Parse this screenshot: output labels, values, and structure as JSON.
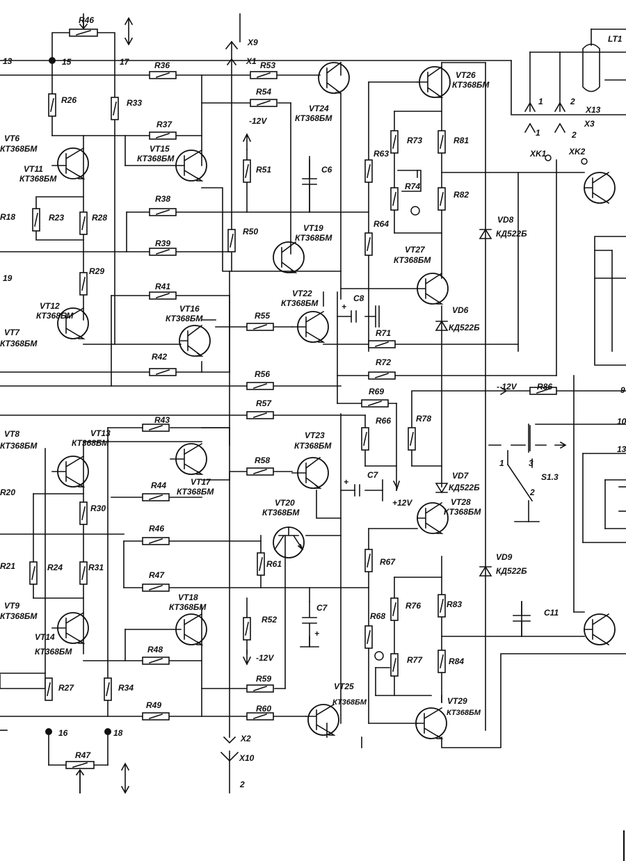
{
  "diagram": {
    "resistors": [
      {
        "id": "r46a",
        "label": "R46"
      },
      {
        "id": "r26",
        "label": "R26"
      },
      {
        "id": "r33",
        "label": "R33"
      },
      {
        "id": "r36",
        "label": "R36"
      },
      {
        "id": "r53",
        "label": "R53"
      },
      {
        "id": "r54",
        "label": "R54"
      },
      {
        "id": "r37",
        "label": "R37"
      },
      {
        "id": "r23",
        "label": "R23"
      },
      {
        "id": "r28",
        "label": "R28"
      },
      {
        "id": "r29",
        "label": "R29"
      },
      {
        "id": "r38",
        "label": "R38"
      },
      {
        "id": "r39",
        "label": "R39"
      },
      {
        "id": "r41",
        "label": "R41"
      },
      {
        "id": "r42",
        "label": "R42"
      },
      {
        "id": "r51",
        "label": "R51"
      },
      {
        "id": "r50",
        "label": "R50"
      },
      {
        "id": "r55",
        "label": "R55"
      },
      {
        "id": "r56",
        "label": "R56"
      },
      {
        "id": "r57",
        "label": "R57"
      },
      {
        "id": "r63",
        "label": "R63"
      },
      {
        "id": "r64",
        "label": "R64"
      },
      {
        "id": "r73",
        "label": "R73"
      },
      {
        "id": "r74",
        "label": "R74"
      },
      {
        "id": "r81",
        "label": "R81"
      },
      {
        "id": "r82",
        "label": "R82"
      },
      {
        "id": "r71",
        "label": "R71"
      },
      {
        "id": "r72",
        "label": "R72"
      },
      {
        "id": "r69",
        "label": "R69"
      },
      {
        "id": "r66",
        "label": "R66"
      },
      {
        "id": "r78",
        "label": "R78"
      },
      {
        "id": "r86",
        "label": "R86"
      },
      {
        "id": "r43",
        "label": "R43"
      },
      {
        "id": "r30",
        "label": "R30"
      },
      {
        "id": "r44",
        "label": "R44"
      },
      {
        "id": "r58",
        "label": "R58"
      },
      {
        "id": "r46b",
        "label": "R46"
      },
      {
        "id": "r24",
        "label": "R24"
      },
      {
        "id": "r31",
        "label": "R31"
      },
      {
        "id": "r47a",
        "label": "R47"
      },
      {
        "id": "r61",
        "label": "R61"
      },
      {
        "id": "r67",
        "label": "R67"
      },
      {
        "id": "r76",
        "label": "R76"
      },
      {
        "id": "r83",
        "label": "R83"
      },
      {
        "id": "r52",
        "label": "R52"
      },
      {
        "id": "r68",
        "label": "R68"
      },
      {
        "id": "r48",
        "label": "R48"
      },
      {
        "id": "r77",
        "label": "R77"
      },
      {
        "id": "r84",
        "label": "R84"
      },
      {
        "id": "r27",
        "label": "R27"
      },
      {
        "id": "r34",
        "label": "R34"
      },
      {
        "id": "r59",
        "label": "R59"
      },
      {
        "id": "r49",
        "label": "R49"
      },
      {
        "id": "r60",
        "label": "R60"
      },
      {
        "id": "r47b",
        "label": "R47"
      }
    ],
    "transistors": [
      {
        "id": "vt24",
        "label": "VT24",
        "part": "КТ368БМ"
      },
      {
        "id": "vt26",
        "label": "VT26",
        "part": "КТ368БМ"
      },
      {
        "id": "vt11",
        "label": "VT11",
        "part": "КТ368БМ"
      },
      {
        "id": "vt15",
        "label": "VT15",
        "part": "КТ368БМ"
      },
      {
        "id": "vt19",
        "label": "VT19",
        "part": "КТ368БМ"
      },
      {
        "id": "vt27",
        "label": "VT27",
        "part": "КТ368БМ"
      },
      {
        "id": "vt22",
        "label": "VT22",
        "part": "КТ368БМ"
      },
      {
        "id": "vt12",
        "label": "VT12",
        "part": "КТ368БМ"
      },
      {
        "id": "vt16",
        "label": "VT16",
        "part": "КТ368БМ"
      },
      {
        "id": "vt13",
        "label": "VT13",
        "part": "КТ368БМ"
      },
      {
        "id": "vt17",
        "label": "VT17",
        "part": "КТ368БМ"
      },
      {
        "id": "vt23",
        "label": "VT23",
        "part": "КТ368БМ"
      },
      {
        "id": "vt20",
        "label": "VT20",
        "part": "КТ368БМ"
      },
      {
        "id": "vt28",
        "label": "VT28",
        "part": "КТ368БМ"
      },
      {
        "id": "vt14",
        "label": "VT14",
        "part": "КТ368БМ"
      },
      {
        "id": "vt18",
        "label": "VT18",
        "part": "КТ368БМ"
      },
      {
        "id": "vt25",
        "label": "VT25",
        "part": "КТ368БМ"
      },
      {
        "id": "vt29",
        "label": "VT29",
        "part": "КТ368БМ"
      }
    ],
    "side_labels": [
      {
        "id": "vt6",
        "label": "VT6",
        "part": "КТ368БМ"
      },
      {
        "id": "vt7",
        "label": "VT7",
        "part": "КТ368БМ"
      },
      {
        "id": "vt8",
        "label": "VT8",
        "part": "КТ368БМ"
      },
      {
        "id": "vt9",
        "label": "VT9",
        "part": "КТ368БМ"
      }
    ],
    "edge_refs": [
      {
        "id": "r18",
        "label": "R18"
      },
      {
        "id": "n19",
        "label": "19"
      },
      {
        "id": "r20",
        "label": "R20"
      },
      {
        "id": "r21",
        "label": "R21"
      }
    ],
    "diodes": [
      {
        "id": "vd8",
        "label": "VD8",
        "part": "КД522Б"
      },
      {
        "id": "vd6",
        "label": "VD6",
        "part": "КД522Б"
      },
      {
        "id": "vd7",
        "label": "VD7",
        "part": "КД522Б"
      },
      {
        "id": "vd9",
        "label": "VD9",
        "part": "КД522Б"
      }
    ],
    "capacitors": [
      {
        "id": "c6",
        "label": "C6"
      },
      {
        "id": "c8",
        "label": "C8"
      },
      {
        "id": "c7a",
        "label": "C7"
      },
      {
        "id": "c7b",
        "label": "C7"
      },
      {
        "id": "c11",
        "label": "C11"
      }
    ],
    "connectors": [
      {
        "id": "x9",
        "label": "X9"
      },
      {
        "id": "x1",
        "label": "X1"
      },
      {
        "id": "x2",
        "label": "X2"
      },
      {
        "id": "x10",
        "label": "X10"
      },
      {
        "id": "x13",
        "label": "X13"
      },
      {
        "id": "x3",
        "label": "X3"
      },
      {
        "id": "xk1",
        "label": "XK1"
      },
      {
        "id": "xk2",
        "label": "XK2"
      },
      {
        "id": "lt1",
        "label": "LT1"
      },
      {
        "id": "s13",
        "label": "S1.3"
      }
    ],
    "nodes": {
      "n13": "13",
      "n15": "15",
      "n17": "17",
      "n16": "16",
      "n18": "18",
      "n2": "2"
    },
    "pin_numbers": {
      "p1a": "1",
      "p2a": "2",
      "p1b": "1",
      "p2b": "2",
      "s1": "1",
      "s3": "3",
      "s2": "2",
      "e9": "9",
      "e10": "10",
      "e13": "13"
    },
    "supplies": {
      "v_neg_top": "-12V",
      "v_neg_bot": "-12V",
      "v_neg_r86": "- 12V",
      "v_pos_a": "+12V"
    },
    "polarity": {
      "c8": "+",
      "c7a": "+",
      "c7b": "+"
    }
  }
}
